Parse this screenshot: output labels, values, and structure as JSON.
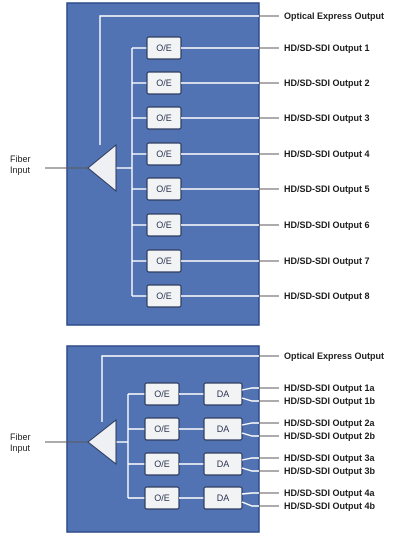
{
  "top": {
    "input_label_line1": "Fiber",
    "input_label_line2": "Input",
    "express_output": "Optical Express Output",
    "box_label": "O/E",
    "outputs": [
      "HD/SD-SDI Output 1",
      "HD/SD-SDI Output 2",
      "HD/SD-SDI Output 3",
      "HD/SD-SDI Output 4",
      "HD/SD-SDI Output 5",
      "HD/SD-SDI Output 6",
      "HD/SD-SDI Output 7",
      "HD/SD-SDI Output 8"
    ]
  },
  "bottom": {
    "input_label_line1": "Fiber",
    "input_label_line2": "Input",
    "express_output": "Optical Express Output",
    "oe_label": "O/E",
    "da_label": "DA",
    "outputs": [
      "HD/SD-SDI Output 1a",
      "HD/SD-SDI Output 1b",
      "HD/SD-SDI Output 2a",
      "HD/SD-SDI Output 2b",
      "HD/SD-SDI Output 3a",
      "HD/SD-SDI Output 3b",
      "HD/SD-SDI Output 4a",
      "HD/SD-SDI Output 4b"
    ]
  },
  "colors": {
    "panel": "#5273b3",
    "box_fill": "#f2f3f5",
    "wire": "#ffffff"
  }
}
